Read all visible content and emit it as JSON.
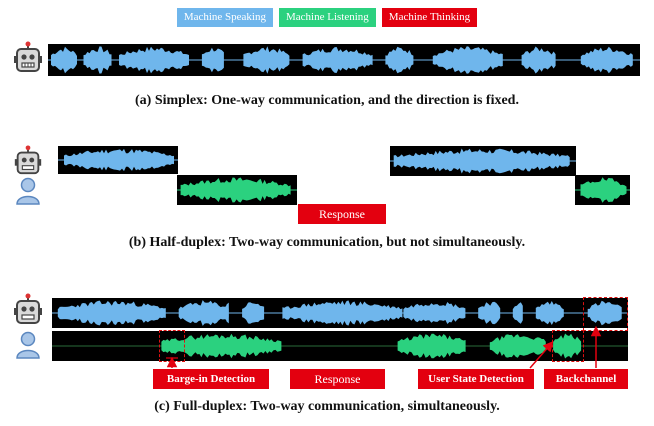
{
  "legend": {
    "speaking": "Machine Speaking",
    "listening": "Machine Listening",
    "thinking": "Machine Thinking"
  },
  "colors": {
    "speaking": "#6fb6ec",
    "listening": "#2bd17f",
    "thinking": "#e3000f",
    "wave_bg": "#000000",
    "robot": "#444444",
    "user": "#7ea6d4"
  },
  "icons": {
    "robot": "robot-icon",
    "user": "user-icon"
  },
  "panels": {
    "simplex": {
      "caption": "(a) Simplex: One-way communication, and the direction is fixed."
    },
    "half_duplex": {
      "caption": "(b) Half-duplex: Two-way communication, but not simultaneously.",
      "response_label": "Response"
    },
    "full_duplex": {
      "caption": "(c) Full-duplex: Two-way communication, simultaneously.",
      "labels": {
        "barge_in": "Barge-in Detection",
        "response": "Response",
        "user_state": "User State Detection",
        "backchannel": "Backchannel"
      }
    }
  }
}
